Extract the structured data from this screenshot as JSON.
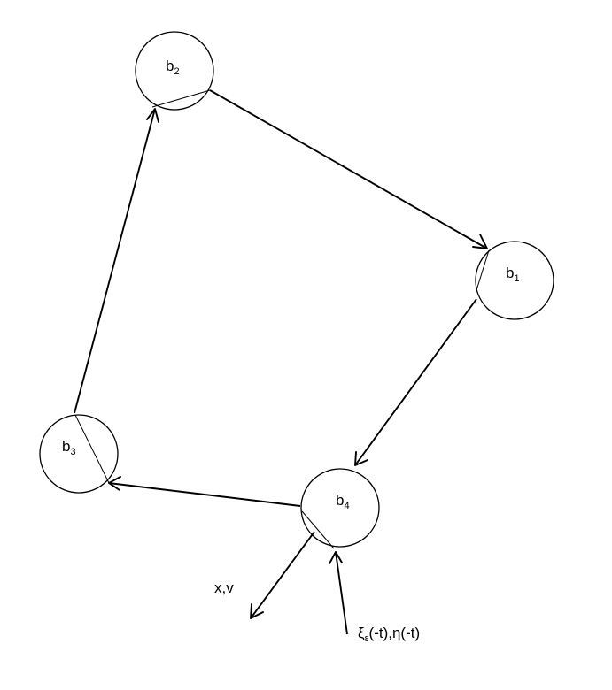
{
  "nodes": {
    "b1": {
      "base": "b",
      "sub": "1"
    },
    "b2": {
      "base": "b",
      "sub": "2"
    },
    "b3": {
      "base": "b",
      "sub": "3"
    },
    "b4": {
      "base": "b",
      "sub": "4"
    }
  },
  "labels": {
    "out": "x,v",
    "in_xi": "ξ",
    "in_eps": "ε",
    "in_rest": "(-t),η(-t)"
  }
}
